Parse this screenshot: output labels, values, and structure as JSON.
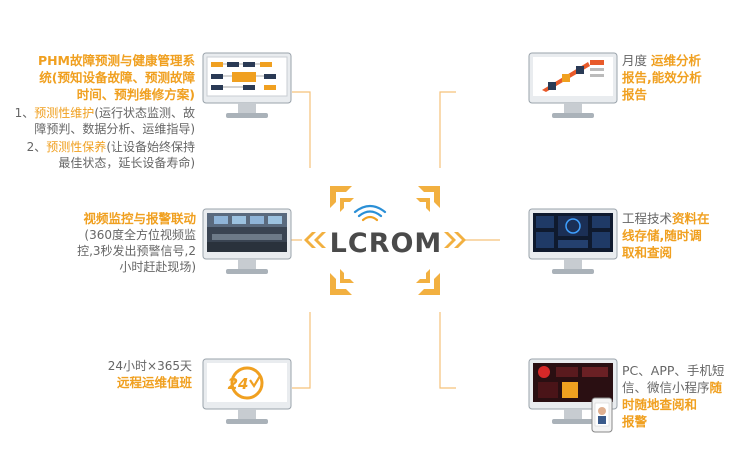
{
  "logo": {
    "text": "LCROM"
  },
  "colors": {
    "accent": "#f0a020",
    "line": "#f5c27a",
    "text": "#666666",
    "screen_dark": "#1a2030"
  },
  "panels": {
    "top_left": {
      "title": "PHM故障预测与健康管理系统(预知设备故障、预测故障时间、预判维修方案)",
      "title_lines": [
        "PHM故障预测与健康管理系",
        "统(预知设备故障、预测故障",
        "时间、预判维修方案)"
      ],
      "item1_prefix": "1、",
      "item1_head": "预测性维护",
      "item1_lines": [
        "(运行状态监测、故",
        "障预判、数据分析、运维指导)"
      ],
      "item2_prefix": "2、",
      "item2_head": "预测性保养",
      "item2_lines": [
        "(让设备始终保持",
        "最佳状态，延长设备寿命)"
      ]
    },
    "mid_left": {
      "title": "视频监控与报警联动",
      "lines": [
        "(360度全方位视频监",
        "控,3秒发出预警信号,2",
        "小时赶赴现场)"
      ]
    },
    "bottom_left": {
      "line1": "24小时×365天",
      "line2": "远程运维值班",
      "screen_number": "24"
    },
    "top_right": {
      "prefix": "月度",
      "highlight": "运维分析",
      "lines": [
        "报告,能效分析",
        "报告"
      ]
    },
    "mid_right": {
      "prefix": "工程技术",
      "highlight": "资料在",
      "lines": [
        "线存储,随时调",
        "取和查阅"
      ]
    },
    "bottom_right": {
      "line1": "PC、APP、手机短",
      "line2_prefix": "信、微信小程序",
      "line2_highlight": "随",
      "lines": [
        "时随地查阅和",
        "报警"
      ]
    }
  }
}
